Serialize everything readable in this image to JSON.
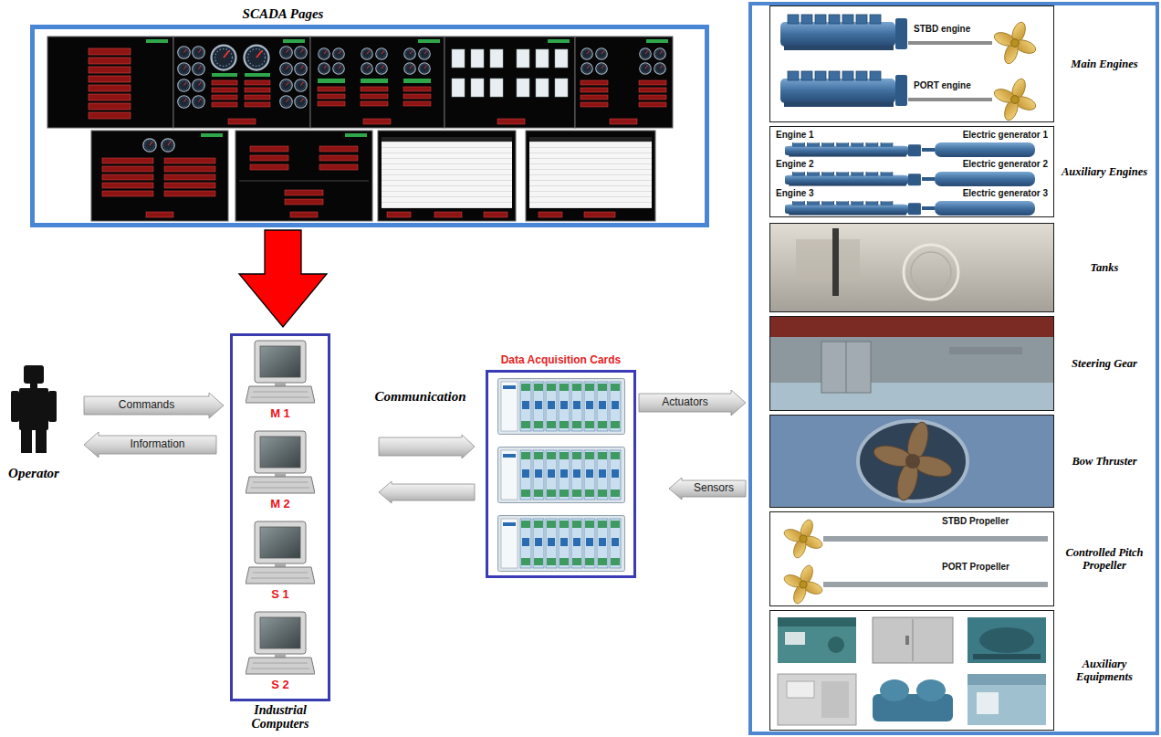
{
  "diagram": {
    "nodes": [
      {
        "text": [
          "SCADA Pages"
        ]
      },
      {
        "text": [
          "Operator"
        ]
      },
      {
        "text": [
          "Industrial Computers"
        ]
      },
      {
        "text": [
          "M 1"
        ],
        "in": 2
      },
      {
        "text": [
          "M 2"
        ],
        "in": 2
      },
      {
        "text": [
          "S 1"
        ],
        "in": 2
      },
      {
        "text": [
          "S 2"
        ],
        "in": 2
      },
      {
        "text": [
          "Data Acquisition Cards"
        ]
      },
      {
        "text": []
      },
      {
        "text": [
          "Main Engines",
          "STBD engine",
          "PORT engine"
        ],
        "in": 8
      },
      {
        "text": [
          "Auxiliary Engines",
          "Engine 1",
          "Electric generator 1",
          "Engine 2",
          "Electric generator 2",
          "Engine 3",
          "Electric generator 3"
        ],
        "in": 8
      },
      {
        "text": [
          "Tanks"
        ],
        "in": 8
      },
      {
        "text": [
          "Steering Gear"
        ],
        "in": 8
      },
      {
        "text": [
          "Bow Thruster"
        ],
        "in": 8
      },
      {
        "text": [
          "Controlled Pitch Propeller",
          "STBD Propeller",
          "PORT Propeller"
        ],
        "in": 8
      },
      {
        "text": [
          "Auxiliary Equipments"
        ],
        "in": 8
      }
    ],
    "edges": [
      {
        "from": 0,
        "to": 2,
        "arrow": "to"
      },
      {
        "from": 1,
        "to": 2,
        "label": "Commands",
        "arrow": "to"
      },
      {
        "from": 2,
        "to": 1,
        "label": "Information",
        "arrow": "to"
      },
      {
        "from": 2,
        "to": 7,
        "label": "Communication",
        "arrow": "to"
      },
      {
        "from": 7,
        "to": 2,
        "arrow": "to"
      },
      {
        "from": 7,
        "to": 8,
        "label": "Actuators",
        "arrow": "to"
      },
      {
        "from": 8,
        "to": 7,
        "label": "Sensors",
        "arrow": "to"
      }
    ]
  }
}
